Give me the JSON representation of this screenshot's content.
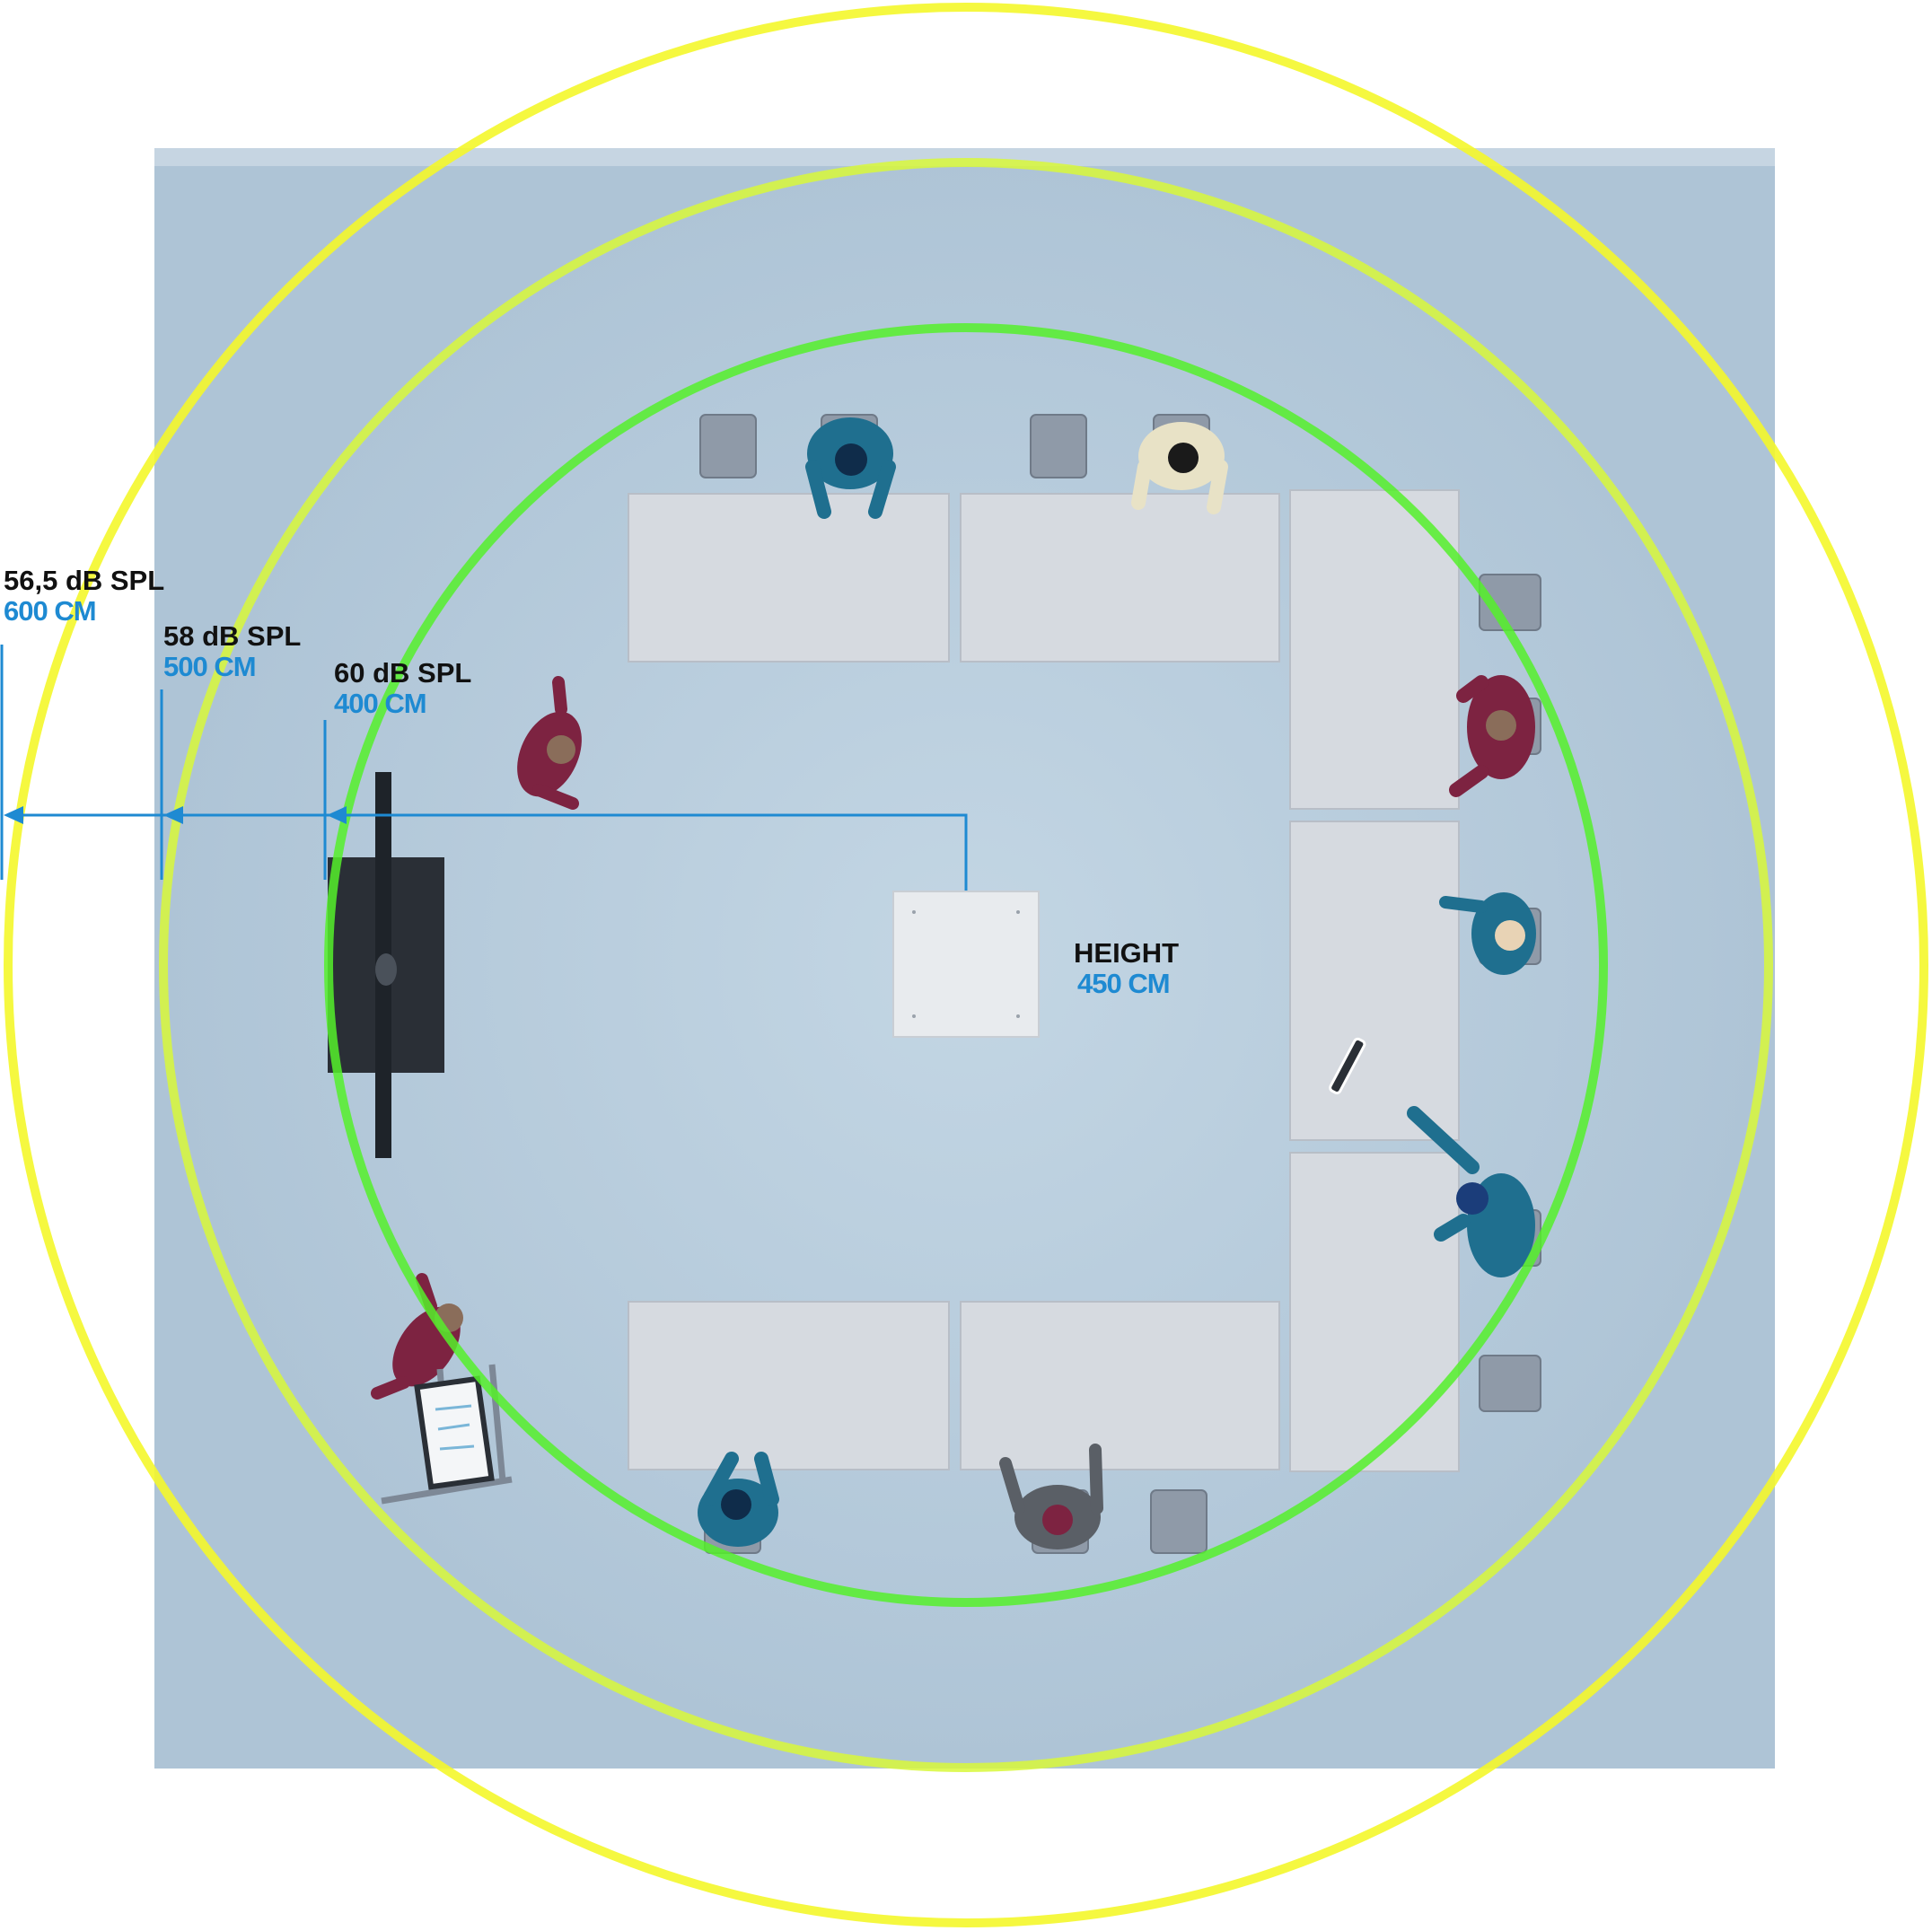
{
  "colors": {
    "floor": "#b5c9da",
    "floor_edge": "#c6d5e2",
    "table": "#d6dae0",
    "chair": "#8f9aa8",
    "screen": "#2a2f36",
    "zone_inner": "#55f02a",
    "zone_mid": "#c8f83c",
    "zone_outer": "#f4f72b",
    "dimension": "#1e8ad2",
    "label_text": "#111111"
  },
  "zones": [
    {
      "spl": "60 dB SPL",
      "distance": "400 CM"
    },
    {
      "spl": "58 dB SPL",
      "distance": "500 CM"
    },
    {
      "spl": "56,5 dB SPL",
      "distance": "600 CM"
    }
  ],
  "device": {
    "height_label": "HEIGHT",
    "height_value": "450 CM"
  },
  "people": {
    "colors": [
      "#1f6f8f",
      "#7d2341",
      "#e8e2c6",
      "#5a5f66"
    ]
  }
}
